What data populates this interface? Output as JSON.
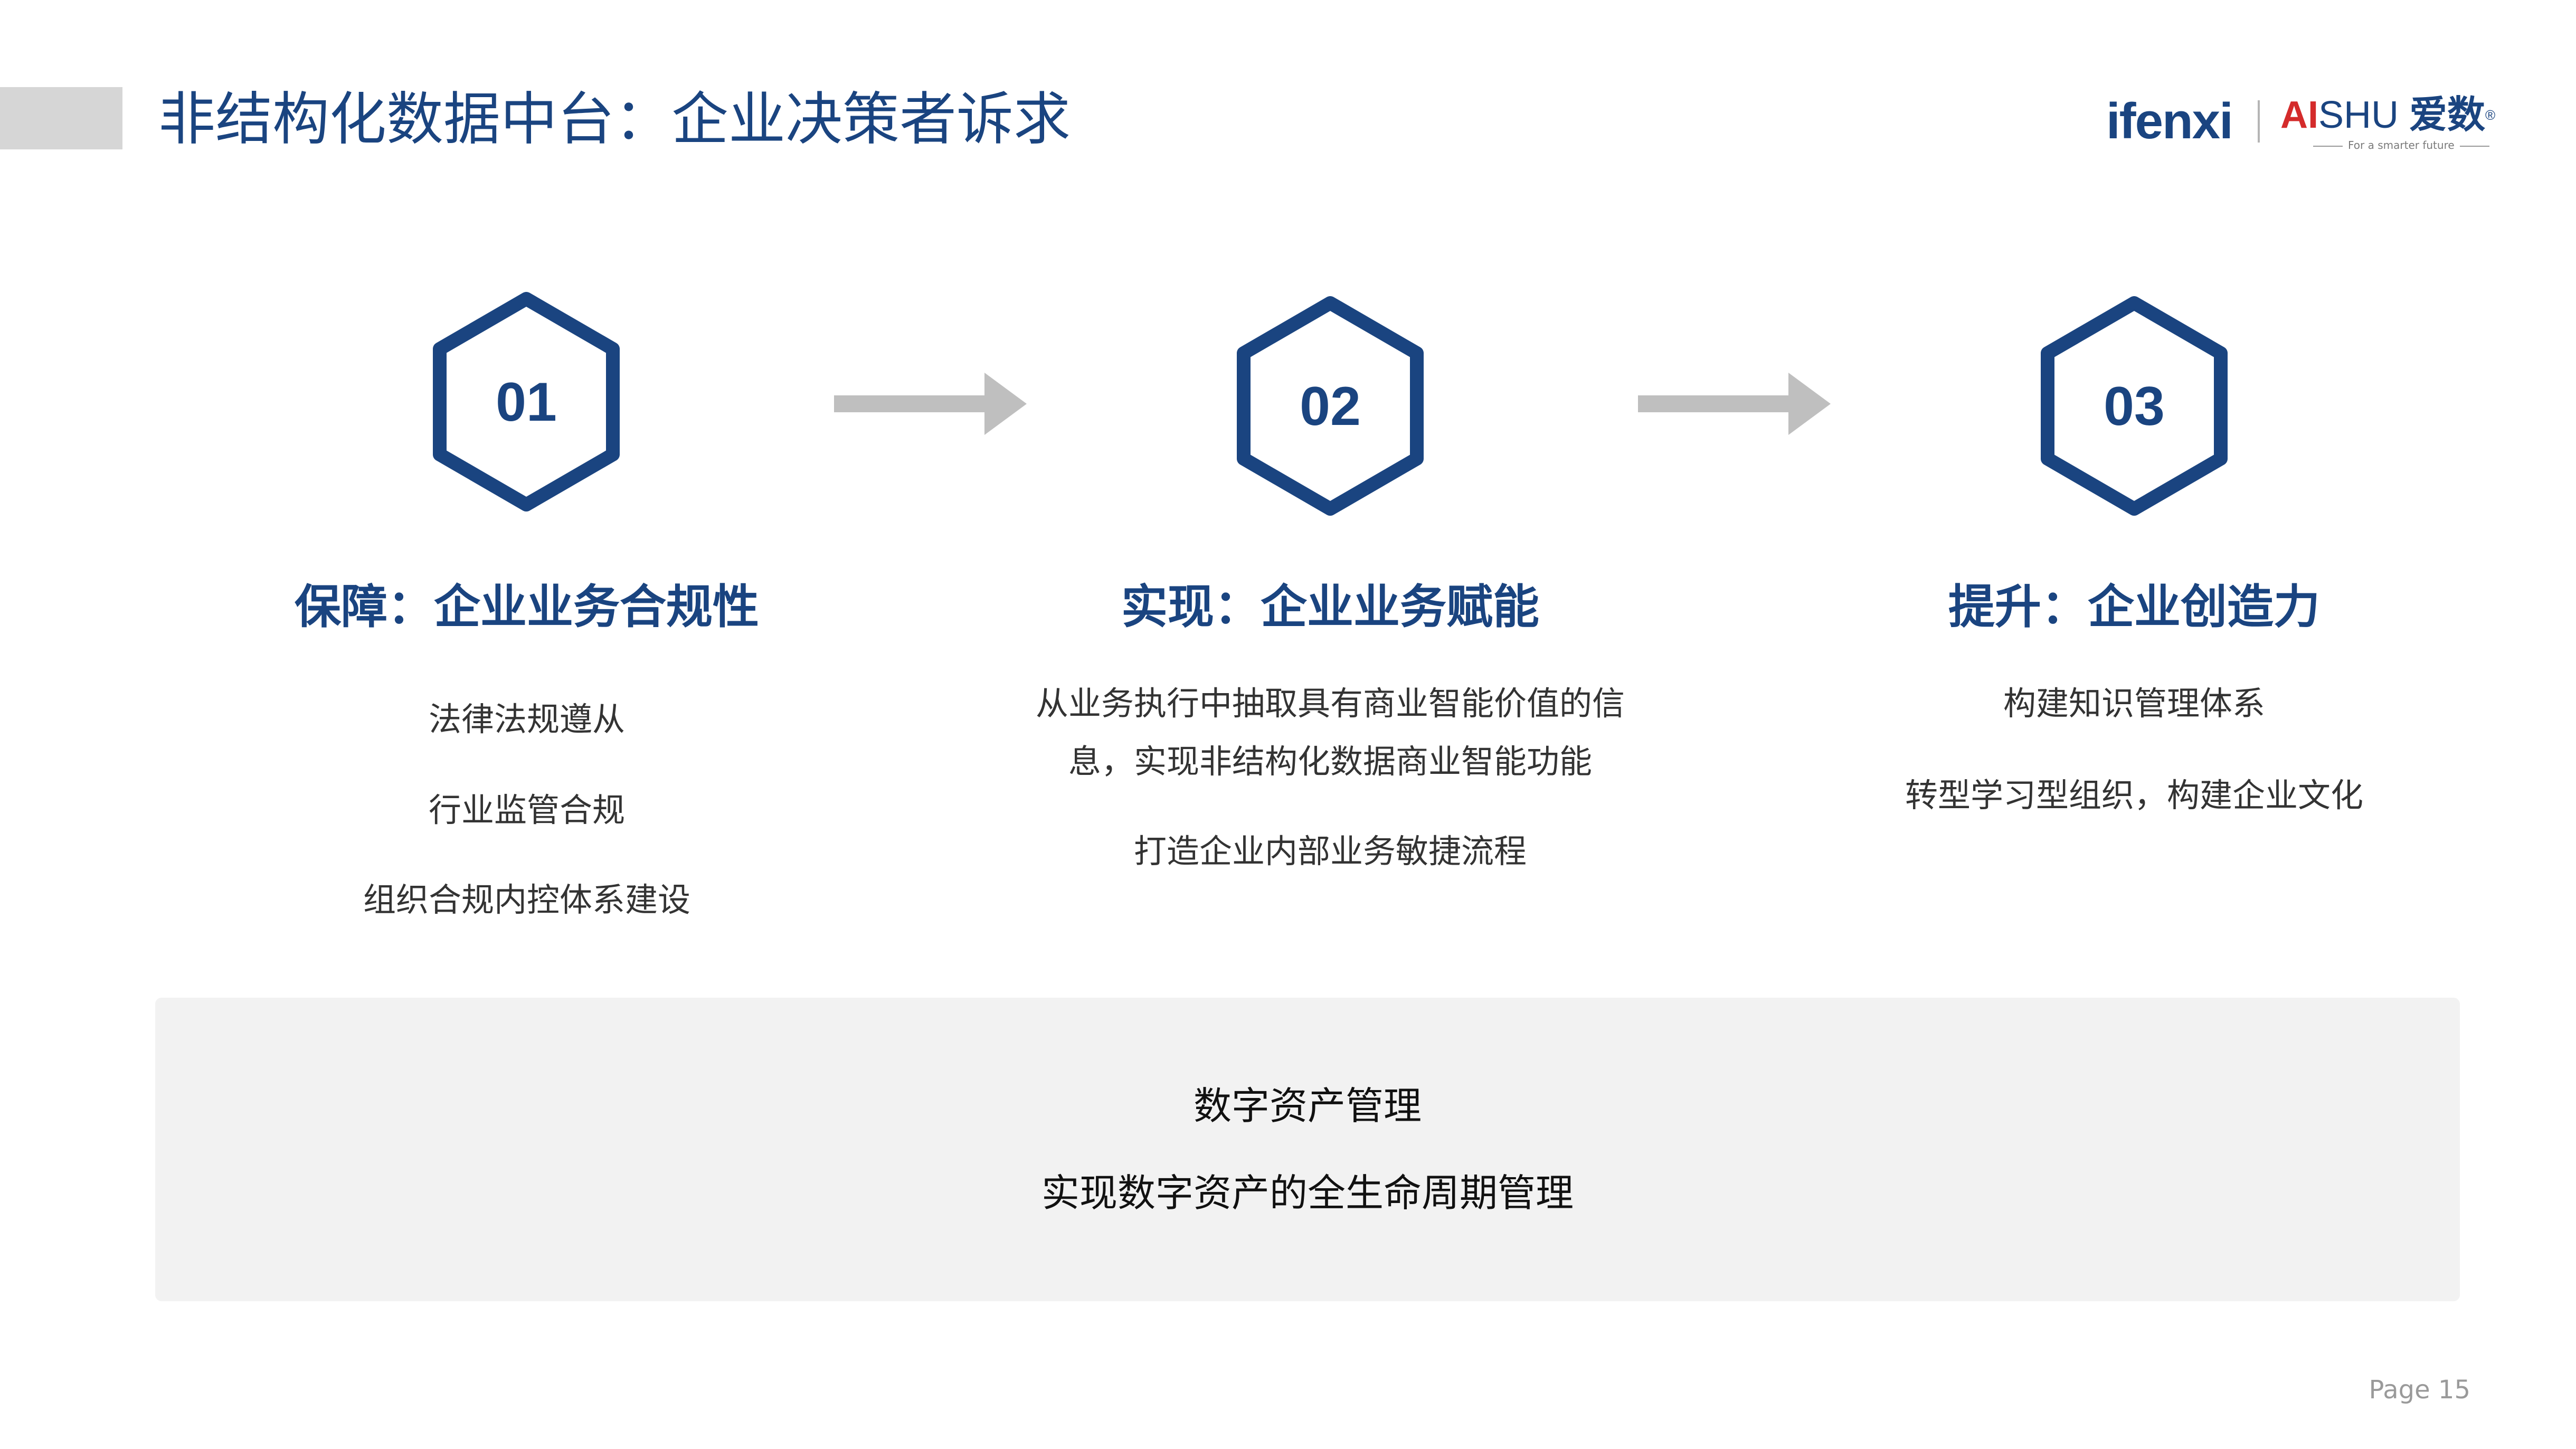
{
  "header": {
    "title": "非结构化数据中台：企业决策者诉求",
    "logo_ifenxi": "ifenxi",
    "logo_aishu_ai": "AI",
    "logo_aishu_shu": "SHU",
    "logo_aishu_cn": "爱数",
    "logo_aishu_reg": "®",
    "logo_aishu_tagline": "For a smarter future"
  },
  "steps": [
    {
      "number": "01",
      "title": "保障：企业业务合规性",
      "items": [
        "法律法规遵从",
        "行业监管合规",
        "组织合规内控体系建设"
      ]
    },
    {
      "number": "02",
      "title": "实现：企业业务赋能",
      "items": [
        "从业务执行中抽取具有商业智能价值的信",
        "息，实现非结构化数据商业智能功能",
        "打造企业内部业务敏捷流程"
      ]
    },
    {
      "number": "03",
      "title": "提升：企业创造力",
      "items": [
        "构建知识管理体系",
        "转型学习型组织，构建企业文化"
      ]
    }
  ],
  "bottom": {
    "line1": "数字资产管理",
    "line2": "实现数字资产的全生命周期管理"
  },
  "footer": {
    "page_label": "Page  15"
  },
  "colors": {
    "brand_blue": "#1a4480",
    "arrow_gray": "#bfbfbf",
    "panel_gray": "#f2f2f2",
    "accent_red": "#d42b2b"
  },
  "icons": [
    "hexagon-icon",
    "right-arrow-icon"
  ]
}
